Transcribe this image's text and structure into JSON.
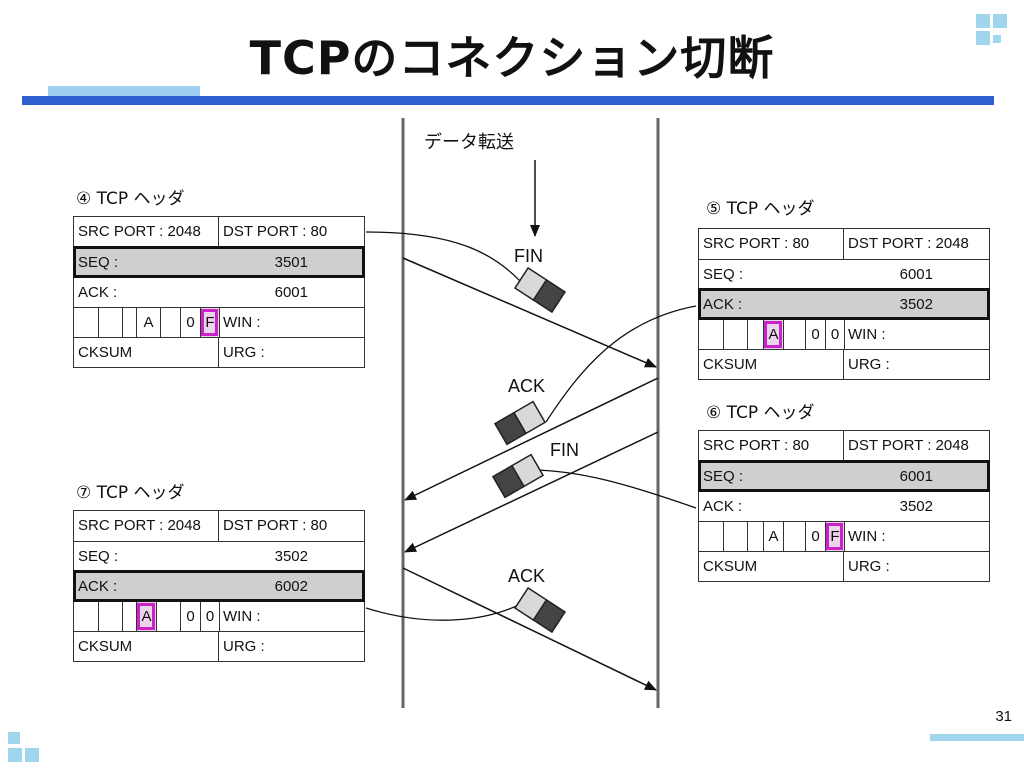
{
  "slide": {
    "title": "TCPのコネクション切断",
    "page_number": "31"
  },
  "labels": {
    "data_transfer": "データ転送",
    "fin1": "FIN",
    "ack1": "ACK",
    "fin2": "FIN",
    "ack2": "ACK"
  },
  "headers": {
    "h4": {
      "title": "④ TCP ヘッダ",
      "src_port": "SRC PORT : 2048",
      "dst_port": "DST PORT :  80",
      "seq_label": "SEQ :",
      "seq_value": "3501",
      "ack_label": "ACK :",
      "ack_value": "6001",
      "flag_a": "A",
      "flag_zero": "0",
      "flag_f": "F",
      "win": "WIN :",
      "cksum": "CKSUM",
      "urg": "URG :"
    },
    "h5": {
      "title": "⑤ TCP ヘッダ",
      "src_port": "SRC PORT :  80",
      "dst_port": "DST PORT : 2048",
      "seq_label": "SEQ :",
      "seq_value": "6001",
      "ack_label": "ACK :",
      "ack_value": "3502",
      "flag_a": "A",
      "flag_zero1": "0",
      "flag_zero2": "0",
      "win": "WIN :",
      "cksum": "CKSUM",
      "urg": "URG :"
    },
    "h6": {
      "title": "⑥ TCP ヘッダ",
      "src_port": "SRC PORT :  80",
      "dst_port": "DST PORT : 2048",
      "seq_label": "SEQ :",
      "seq_value": "6001",
      "ack_label": "ACK :",
      "ack_value": "3502",
      "flag_a": "A",
      "flag_zero": "0",
      "flag_f": "F",
      "win": "WIN :",
      "cksum": "CKSUM",
      "urg": "URG :"
    },
    "h7": {
      "title": "⑦ TCP ヘッダ",
      "src_port": "SRC PORT : 2048",
      "dst_port": "DST PORT :  80",
      "seq_label": "SEQ :",
      "seq_value": "3502",
      "ack_label": "ACK :",
      "ack_value": "6002",
      "flag_a": "A",
      "flag_zero1": "0",
      "flag_zero2": "0",
      "win": "WIN :",
      "cksum": "CKSUM",
      "urg": "URG :"
    }
  },
  "colors": {
    "title_bar": "#2e5fd0",
    "accent": "#9fd6ee",
    "highlight_row": "#cfcfcf",
    "flag_mark": "#cc22cc"
  }
}
